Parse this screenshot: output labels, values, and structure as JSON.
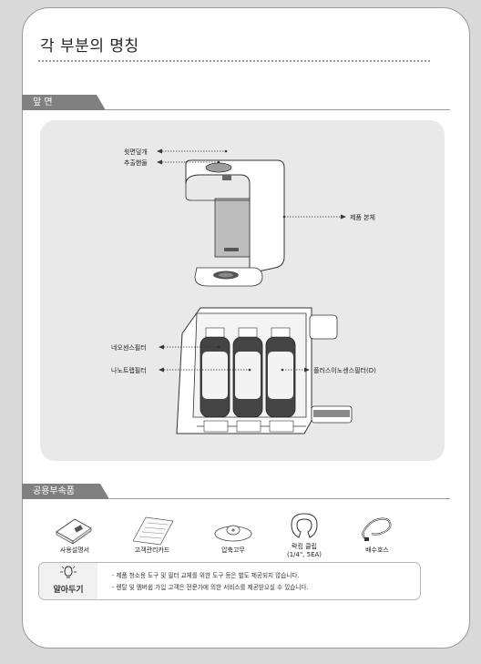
{
  "page": {
    "title": "각 부분의 명칭"
  },
  "front": {
    "tab_label": "앞 면",
    "labels": {
      "lid": "윗면덮개",
      "handle": "추출핸들",
      "body": "제품 본체",
      "neo": "네오센스필터",
      "nano": "나노트랩필터",
      "plus": "플러스이노센스필터(D)"
    }
  },
  "accessories": {
    "tab_label": "공용부속품",
    "items": [
      {
        "name": "사용설명서",
        "icon": "manual-icon"
      },
      {
        "name": "고객관리카드",
        "icon": "customer-card-icon"
      },
      {
        "name": "압축고무",
        "icon": "rubber-pad-icon"
      },
      {
        "name": "락킹 클립",
        "sub": "(1/4\", 5EA)",
        "icon": "locking-clip-icon"
      },
      {
        "name": "배수호스",
        "icon": "drain-hose-icon"
      }
    ]
  },
  "notice": {
    "title": "알아두기",
    "icon": "lightbulb-icon",
    "lines": [
      "- 제품 청소용 도구 및 필터 교체를 위한 도구 등은 별도 제공되지 않습니다.",
      "- 렌탈 및 멤버쉽 가입 고객은 전문가에 의한 서비스를 제공받으실 수 있습니다."
    ]
  },
  "colors": {
    "tab": "#808080",
    "panel": "#e9e9e9",
    "page_bg": "#d9d9d9"
  }
}
